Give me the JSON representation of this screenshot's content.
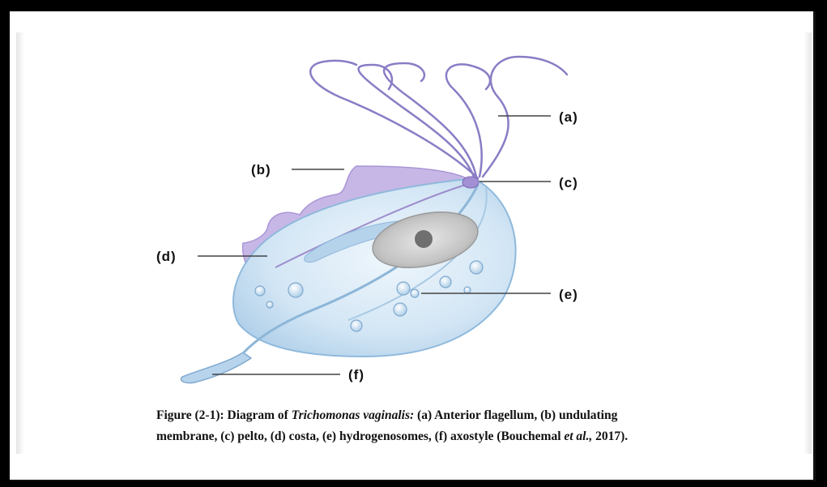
{
  "labels": {
    "a": "(a)",
    "b": "(b)",
    "c": "(c)",
    "d": "(d)",
    "e": "(e)",
    "f": "(f)"
  },
  "caption": {
    "prefix": "Figure (2-1): Diagram of",
    "species": "Trichomonas vaginalis:",
    "line1_rest": "(a) Anterior flagellum, (b) undulating",
    "line2_start": "membrane, (c) pelto, (d) costa, (e) hydrogenosomes, (f) axostyle (Bouchemal",
    "etal": "et al.,",
    "line2_end": "2017)."
  },
  "colors": {
    "body_fill": "#cfe3f3",
    "body_edge": "#9cc3e0",
    "flagella": "#8878c2",
    "membrane": "#b9a6dc",
    "nucleus": "#bdbdbd",
    "leader_line": "#444444"
  }
}
